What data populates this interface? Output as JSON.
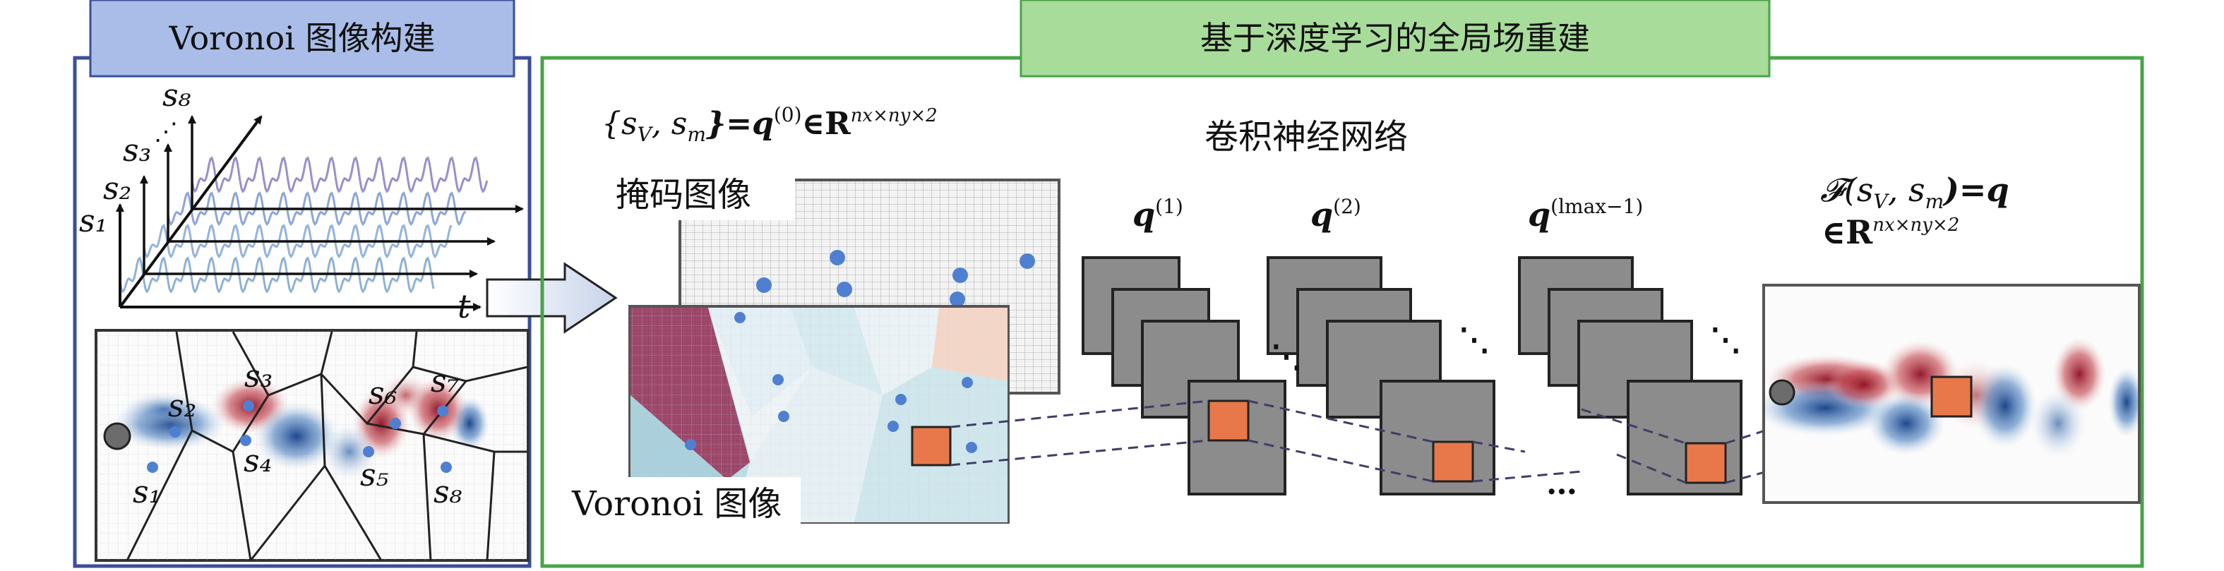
{
  "left_panel": {
    "title": "Voronoi 图像构建",
    "signal_labels": [
      "s₈",
      "s₃",
      "s₂",
      "s₁"
    ],
    "signal_ellipsis": "⋰",
    "time_label": "t",
    "sensor_labels": [
      "s₁",
      "s₂",
      "s₃",
      "s₄",
      "s₅",
      "s₆",
      "s₇",
      "s₈"
    ]
  },
  "right_panel": {
    "title": "基于深度学习的全局场重建",
    "input_formula": {
      "lhs": "{s",
      "lhs_sub1": "V",
      "comma": ", s",
      "lhs_sub2": "m",
      "rhs": "}=q",
      "sup": "(0)",
      "in_set": "∈R",
      "dim": "nx×ny×2"
    },
    "mask_label": "掩码图像",
    "voronoi_label": "Voronoi 图像",
    "cnn_label": "卷积神经网络",
    "layer_labels": [
      {
        "base": "q",
        "sup": "(1)"
      },
      {
        "base": "q",
        "sup": "(2)"
      },
      {
        "base": "q",
        "sup": "(lmax−1)"
      }
    ],
    "output_formula": {
      "line1": "𝓕(s",
      "sub1": "V",
      "mid": ", s",
      "sub2": "m",
      "end": ")=q",
      "line2": "∈R",
      "dim": "nx×ny×2"
    },
    "ellipsis": "⋱",
    "dots": "…"
  },
  "colors": {
    "left_border": "#3a4f9a",
    "left_title_bg": "#a9bde8",
    "right_border": "#4aa34a",
    "right_title_bg": "#a8dc9a",
    "red": "#a11d2c",
    "blue": "#2c5f9c",
    "orange": "#e8784a",
    "sensor": "#4f7fd0",
    "layer_gray": "#8c8c8c"
  }
}
